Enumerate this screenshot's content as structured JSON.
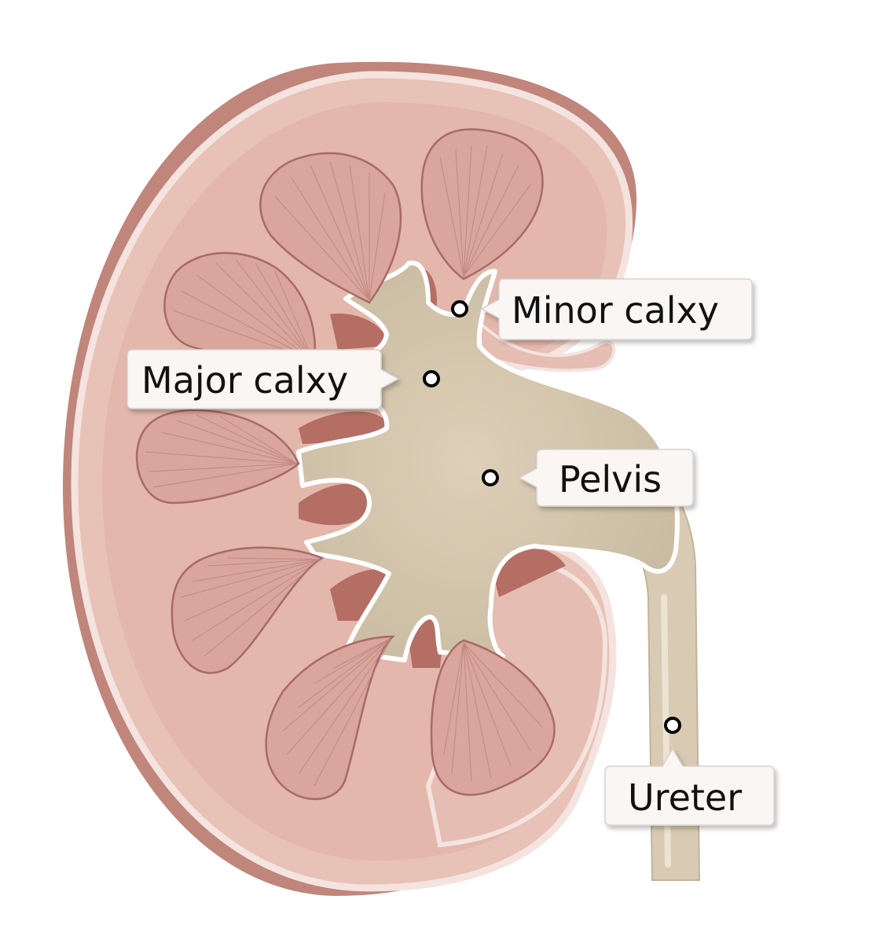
{
  "labels": {
    "minor_calyx": "Minor calxy",
    "major_calyx": "Major calxy",
    "pelvis": "Pelvis",
    "ureter": "Ureter"
  },
  "colors": {
    "capsule_side": "#c0857b",
    "capsule_edge": "#f4e3df",
    "cortex": "#e6bdb2",
    "pyramid": "#d9a59c",
    "pyramid_stroke": "#a86a68",
    "pelvis_fill": "#d8ccb5",
    "pelvis_edge": "#ffffff",
    "ureter_fill": "#d9cbb3",
    "sinus_gap": "#b56e64",
    "tag_fill": "#f9f6f4"
  }
}
